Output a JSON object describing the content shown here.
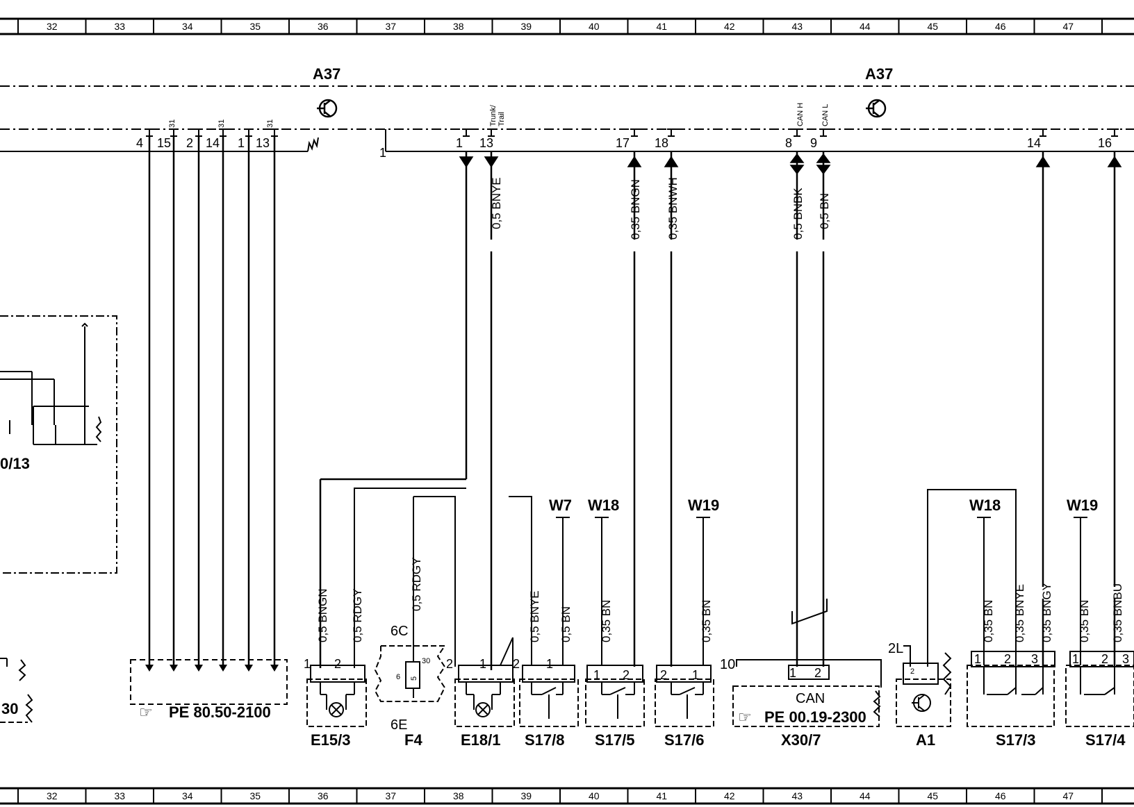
{
  "grid": {
    "columns": [
      "32",
      "33",
      "34",
      "35",
      "36",
      "37",
      "38",
      "39",
      "40",
      "41",
      "42",
      "43",
      "44",
      "45",
      "46",
      "47"
    ]
  },
  "modules": {
    "left": "A37",
    "right": "A37"
  },
  "harness_pins": {
    "left_group": [
      "4",
      "15",
      "2",
      "14",
      "1",
      "13"
    ],
    "left_pin31": "31",
    "right_start": "1",
    "trunk": [
      "1",
      "13"
    ],
    "trunk_label": "Trunk/\nTrail",
    "s17_pins": [
      "17",
      "18"
    ],
    "can": [
      "8",
      "9"
    ],
    "can_h": "CAN H",
    "can_l": "CAN L",
    "right_pins": [
      "14",
      "16"
    ]
  },
  "wires": {
    "w1": "0,5  BNYE",
    "w2": "0,35  BNGN",
    "w3": "0,35  BNWH",
    "w4": "0,5  BNBK",
    "w5": "0,5  BN",
    "b1": "0,5  BNGN",
    "b2": "0,5  RDGY",
    "b3": "0,5  RDGY",
    "b4": "0,5  BNYE",
    "b5": "0,5  BN",
    "b6": "0,35  BN",
    "b7": "0,35  BN",
    "b8": "0,35  BN",
    "b9": "0,35  BNYE",
    "b10": "0,35  BNGY",
    "b11": "0,35  BN",
    "b12": "0,35  BNBU"
  },
  "grounds": {
    "g1": "W7",
    "g2": "W18",
    "g3": "W19",
    "g4": "W18",
    "g5": "W19"
  },
  "fuse": {
    "top": "6C",
    "bottom": "6E",
    "pin_left": "6",
    "value": "5",
    "pin_right": "30"
  },
  "left_box": {
    "label": "0/13",
    "partial": "30"
  },
  "refs": {
    "pe1": "PE  80.50-2100",
    "can_box": "CAN",
    "pe2": "PE  00.19-2300",
    "x30_pin": "10",
    "a1_pin": "2L",
    "a1_in": "2"
  },
  "components": {
    "e15": "E15/3",
    "f4": "F4",
    "e18": "E18/1",
    "s178": "S17/8",
    "s175": "S17/5",
    "s176": "S17/6",
    "x307": "X30/7",
    "a1": "A1",
    "s173": "S17/3",
    "s174": "S17/4"
  },
  "component_pins": {
    "one": "1",
    "two": "2",
    "three": "3"
  }
}
